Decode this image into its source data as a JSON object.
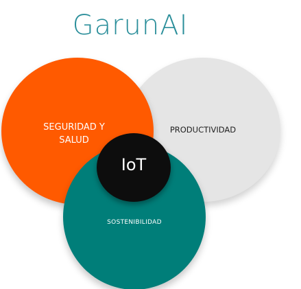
{
  "title": "GarunAI",
  "circles": {
    "seguridad": {
      "label": "SEGURIDAD Y SALUD",
      "color": "#ff5a00"
    },
    "productividad": {
      "label": "PRODUCTIVIDAD",
      "color": "#e5e5e5"
    },
    "sostenibilidad": {
      "label": "SOSTENIBILIDAD",
      "color": "#007e79"
    },
    "iot": {
      "label": "IoT",
      "color": "#0d0d0d"
    }
  },
  "colors": {
    "title": "#2a8e9a",
    "background": "#ffffff"
  }
}
